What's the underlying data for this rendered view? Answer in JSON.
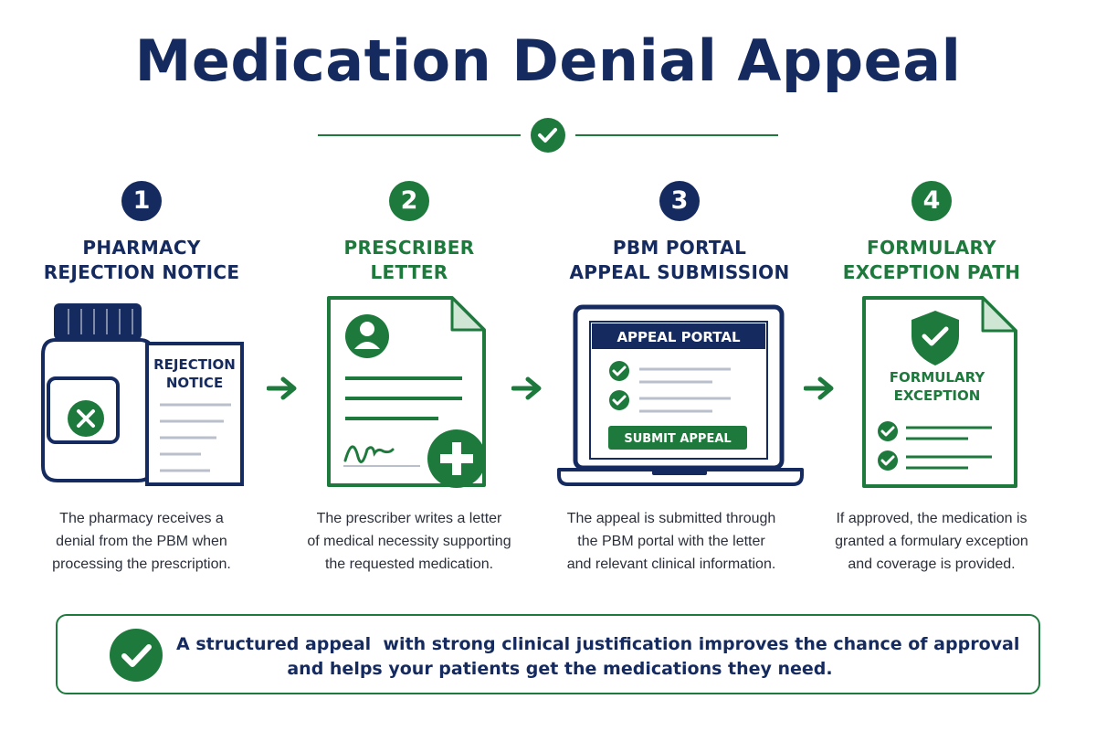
{
  "title": "Medication Denial Appeal",
  "colors": {
    "navy": "#152a5e",
    "green": "#1e7a3c",
    "rule_gray": "#b9c0cc"
  },
  "steps": [
    {
      "number": "1",
      "title_lines": [
        "PHARMACY",
        "REJECTION NOTICE"
      ],
      "color": "navy",
      "illustration": {
        "icon": "pill-bottle-with-x-icon",
        "doc_lines": [
          "REJECTION",
          "NOTICE"
        ]
      },
      "description_lines": [
        "The pharmacy receives a",
        "denial from the PBM when",
        "processing the prescription."
      ]
    },
    {
      "number": "2",
      "title_lines": [
        "PRESCRIBER",
        "LETTER"
      ],
      "color": "green",
      "illustration": {
        "icon": "letter-with-signature-and-cross-icon"
      },
      "description_lines": [
        "The prescriber writes a letter",
        "of medical necessity supporting",
        "the requested medication."
      ]
    },
    {
      "number": "3",
      "title_lines": [
        "PBM PORTAL",
        "APPEAL SUBMISSION"
      ],
      "color": "navy",
      "illustration": {
        "icon": "laptop-portal-icon",
        "portal_header": "APPEAL PORTAL",
        "submit_label": "SUBMIT APPEAL"
      },
      "description_lines": [
        "The appeal is submitted through",
        "the PBM portal with the letter",
        "and relevant clinical information."
      ]
    },
    {
      "number": "4",
      "title_lines": [
        "FORMULARY",
        "EXCEPTION PATH"
      ],
      "color": "green",
      "illustration": {
        "icon": "shield-check-document-icon",
        "doc_lines": [
          "FORMULARY",
          "EXCEPTION"
        ]
      },
      "description_lines": [
        "If approved, the medication is",
        "granted a formulary exception",
        "and coverage is provided."
      ]
    }
  ],
  "banner": {
    "icon": "check-circle-icon",
    "lines": [
      "A structured appeal  with strong clinical justification improves the chance of approval",
      "and helps your patients get the medications they need."
    ]
  }
}
